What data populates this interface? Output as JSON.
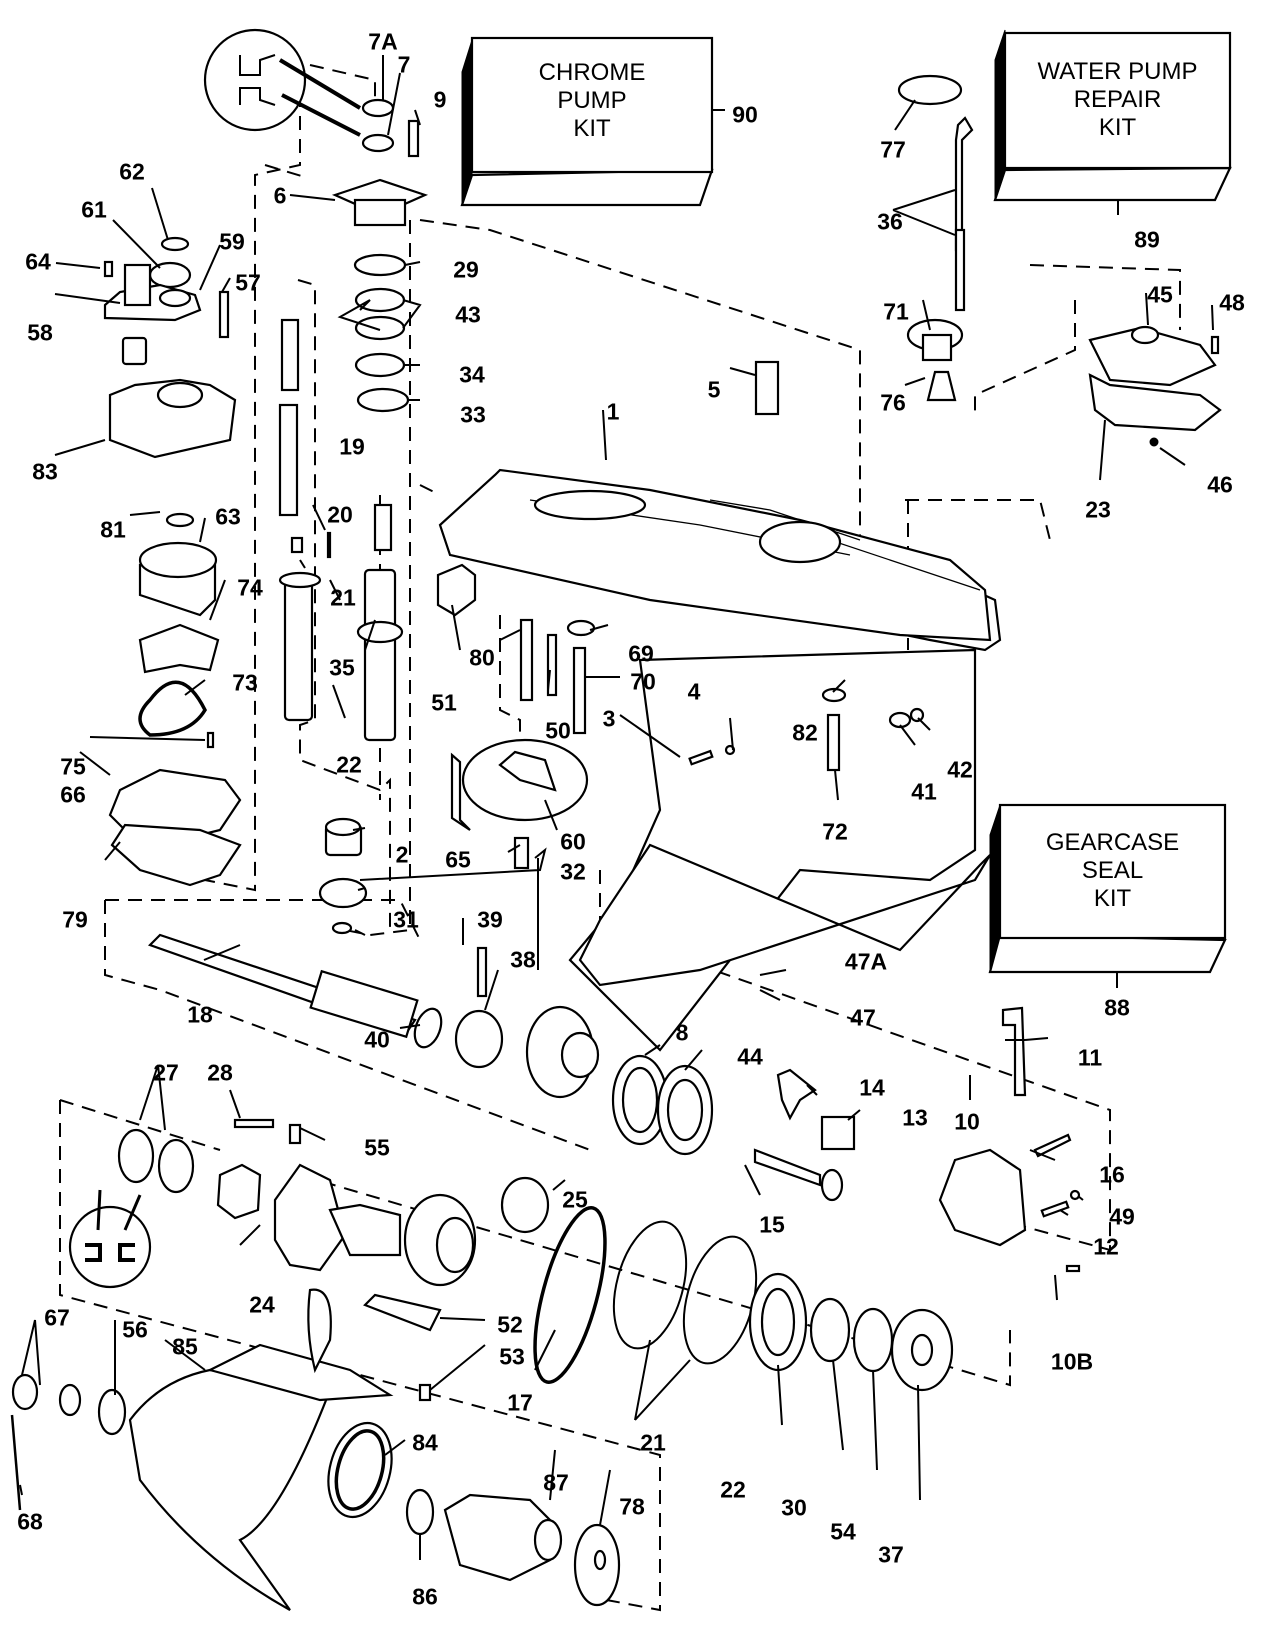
{
  "title": "Gearcase exploded parts diagram",
  "kits": [
    {
      "id": "chrome-pump-kit",
      "lines": [
        "CHROME",
        "PUMP",
        "KIT"
      ],
      "part": "90"
    },
    {
      "id": "water-pump-repair-kit",
      "lines": [
        "WATER PUMP",
        "REPAIR",
        "KIT"
      ],
      "part": "89"
    },
    {
      "id": "gearcase-seal-kit",
      "lines": [
        "GEARCASE",
        "SEAL",
        "KIT"
      ],
      "part": "88"
    }
  ],
  "callouts": [
    {
      "label": "7A"
    },
    {
      "label": "7"
    },
    {
      "label": "9"
    },
    {
      "label": "90"
    },
    {
      "label": "62"
    },
    {
      "label": "61"
    },
    {
      "label": "59"
    },
    {
      "label": "64"
    },
    {
      "label": "6"
    },
    {
      "label": "29"
    },
    {
      "label": "57"
    },
    {
      "label": "43"
    },
    {
      "label": "58"
    },
    {
      "label": "34"
    },
    {
      "label": "33"
    },
    {
      "label": "83"
    },
    {
      "label": "19"
    },
    {
      "label": "81"
    },
    {
      "label": "63"
    },
    {
      "label": "20"
    },
    {
      "label": "21"
    },
    {
      "label": "74"
    },
    {
      "label": "35"
    },
    {
      "label": "73"
    },
    {
      "label": "22"
    },
    {
      "label": "75"
    },
    {
      "label": "66"
    },
    {
      "label": "2"
    },
    {
      "label": "79"
    },
    {
      "label": "31"
    },
    {
      "label": "18"
    },
    {
      "label": "77"
    },
    {
      "label": "36"
    },
    {
      "label": "89"
    },
    {
      "label": "71"
    },
    {
      "label": "76"
    },
    {
      "label": "45"
    },
    {
      "label": "48"
    },
    {
      "label": "23"
    },
    {
      "label": "46"
    },
    {
      "label": "5"
    },
    {
      "label": "1"
    },
    {
      "label": "51"
    },
    {
      "label": "80"
    },
    {
      "label": "69"
    },
    {
      "label": "70"
    },
    {
      "label": "50"
    },
    {
      "label": "3"
    },
    {
      "label": "4"
    },
    {
      "label": "82"
    },
    {
      "label": "41"
    },
    {
      "label": "42"
    },
    {
      "label": "72"
    },
    {
      "label": "60"
    },
    {
      "label": "65"
    },
    {
      "label": "32"
    },
    {
      "label": "39"
    },
    {
      "label": "38"
    },
    {
      "label": "88"
    },
    {
      "label": "47A"
    },
    {
      "label": "47"
    },
    {
      "label": "40"
    },
    {
      "label": "8"
    },
    {
      "label": "44"
    },
    {
      "label": "11"
    },
    {
      "label": "14"
    },
    {
      "label": "13"
    },
    {
      "label": "10"
    },
    {
      "label": "27"
    },
    {
      "label": "28"
    },
    {
      "label": "55"
    },
    {
      "label": "16"
    },
    {
      "label": "15"
    },
    {
      "label": "49"
    },
    {
      "label": "12"
    },
    {
      "label": "25"
    },
    {
      "label": "24"
    },
    {
      "label": "10B"
    },
    {
      "label": "52"
    },
    {
      "label": "67"
    },
    {
      "label": "56"
    },
    {
      "label": "85"
    },
    {
      "label": "53"
    },
    {
      "label": "17"
    },
    {
      "label": "21"
    },
    {
      "label": "84"
    },
    {
      "label": "22"
    },
    {
      "label": "30"
    },
    {
      "label": "54"
    },
    {
      "label": "37"
    },
    {
      "label": "68"
    },
    {
      "label": "87"
    },
    {
      "label": "78"
    },
    {
      "label": "86"
    }
  ]
}
